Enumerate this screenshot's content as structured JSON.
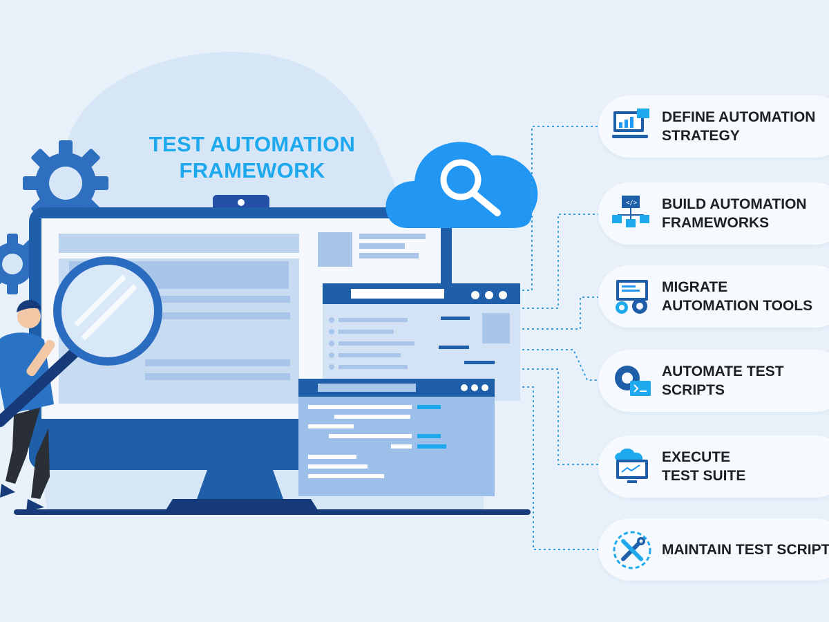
{
  "title": {
    "line1": "TEST AUTOMATION",
    "line2": "FRAMEWORK"
  },
  "steps": [
    {
      "label": "DEFINE AUTOMATION\nSTRATEGY",
      "icon": "strategy-chart-icon"
    },
    {
      "label": "BUILD AUTOMATION\nFRAMEWORKS",
      "icon": "framework-hierarchy-icon"
    },
    {
      "label": "MIGRATE\nAUTOMATION TOOLS",
      "icon": "monitor-gears-icon"
    },
    {
      "label": "AUTOMATE TEST\nSCRIPTS",
      "icon": "gear-terminal-icon"
    },
    {
      "label": "EXECUTE\nTEST SUITE",
      "icon": "cloud-monitor-icon"
    },
    {
      "label": "MAINTAIN TEST SCRIPTS",
      "icon": "wrench-screwdriver-icon"
    }
  ],
  "colors": {
    "background": "#e8f0f9",
    "accent": "#1ea8ee",
    "dark_blue": "#1f5ea8",
    "navy": "#163a7a",
    "cloud": "#2196f3"
  }
}
